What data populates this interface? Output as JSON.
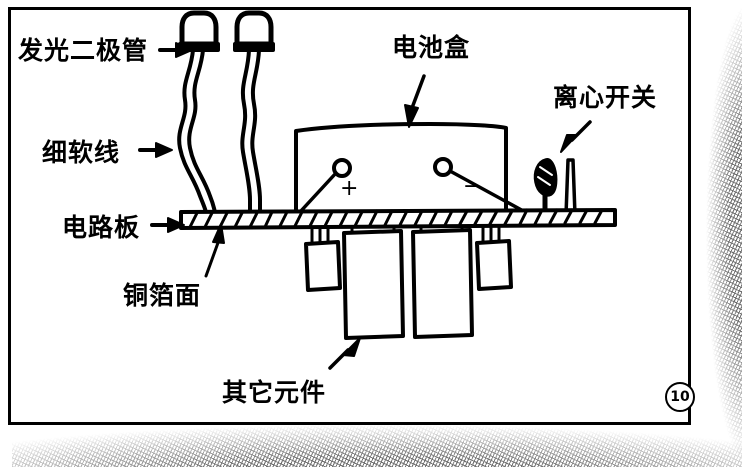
{
  "figure": {
    "number": "10",
    "caption_language": "zh-CN",
    "kind": "hand-drawn technical assembly diagram"
  },
  "labels": {
    "led": "发光二极管",
    "thin_wire": "细软线",
    "circuit_board": "电路板",
    "copper_foil": "铜箔面",
    "battery_box": "电池盒",
    "centrifugal_switch": "离心开关",
    "other_components": "其它元件"
  },
  "terminals": {
    "positive": "+",
    "negative": "−"
  },
  "colors": {
    "ink": "#000000",
    "paper": "#ffffff"
  }
}
